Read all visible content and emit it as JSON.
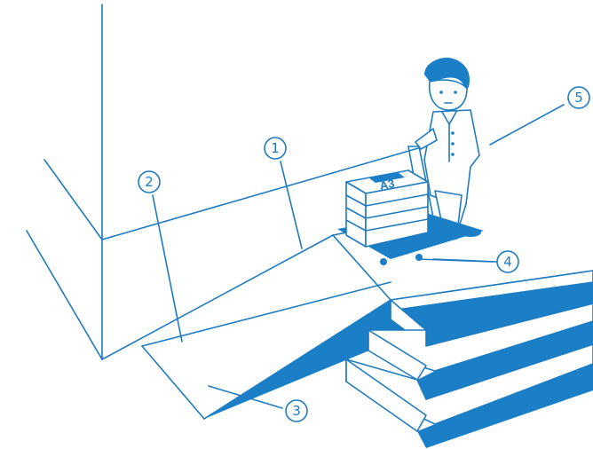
{
  "diagram": {
    "callouts": [
      {
        "id": "1",
        "num": "1"
      },
      {
        "id": "2",
        "num": "2"
      },
      {
        "id": "3",
        "num": "3"
      },
      {
        "id": "4",
        "num": "4"
      },
      {
        "id": "5",
        "num": "5"
      }
    ],
    "box_label": "A3",
    "colors": {
      "line": "#1f7bc0",
      "fill": "#1a7fc6",
      "background": "#ffffff"
    }
  }
}
